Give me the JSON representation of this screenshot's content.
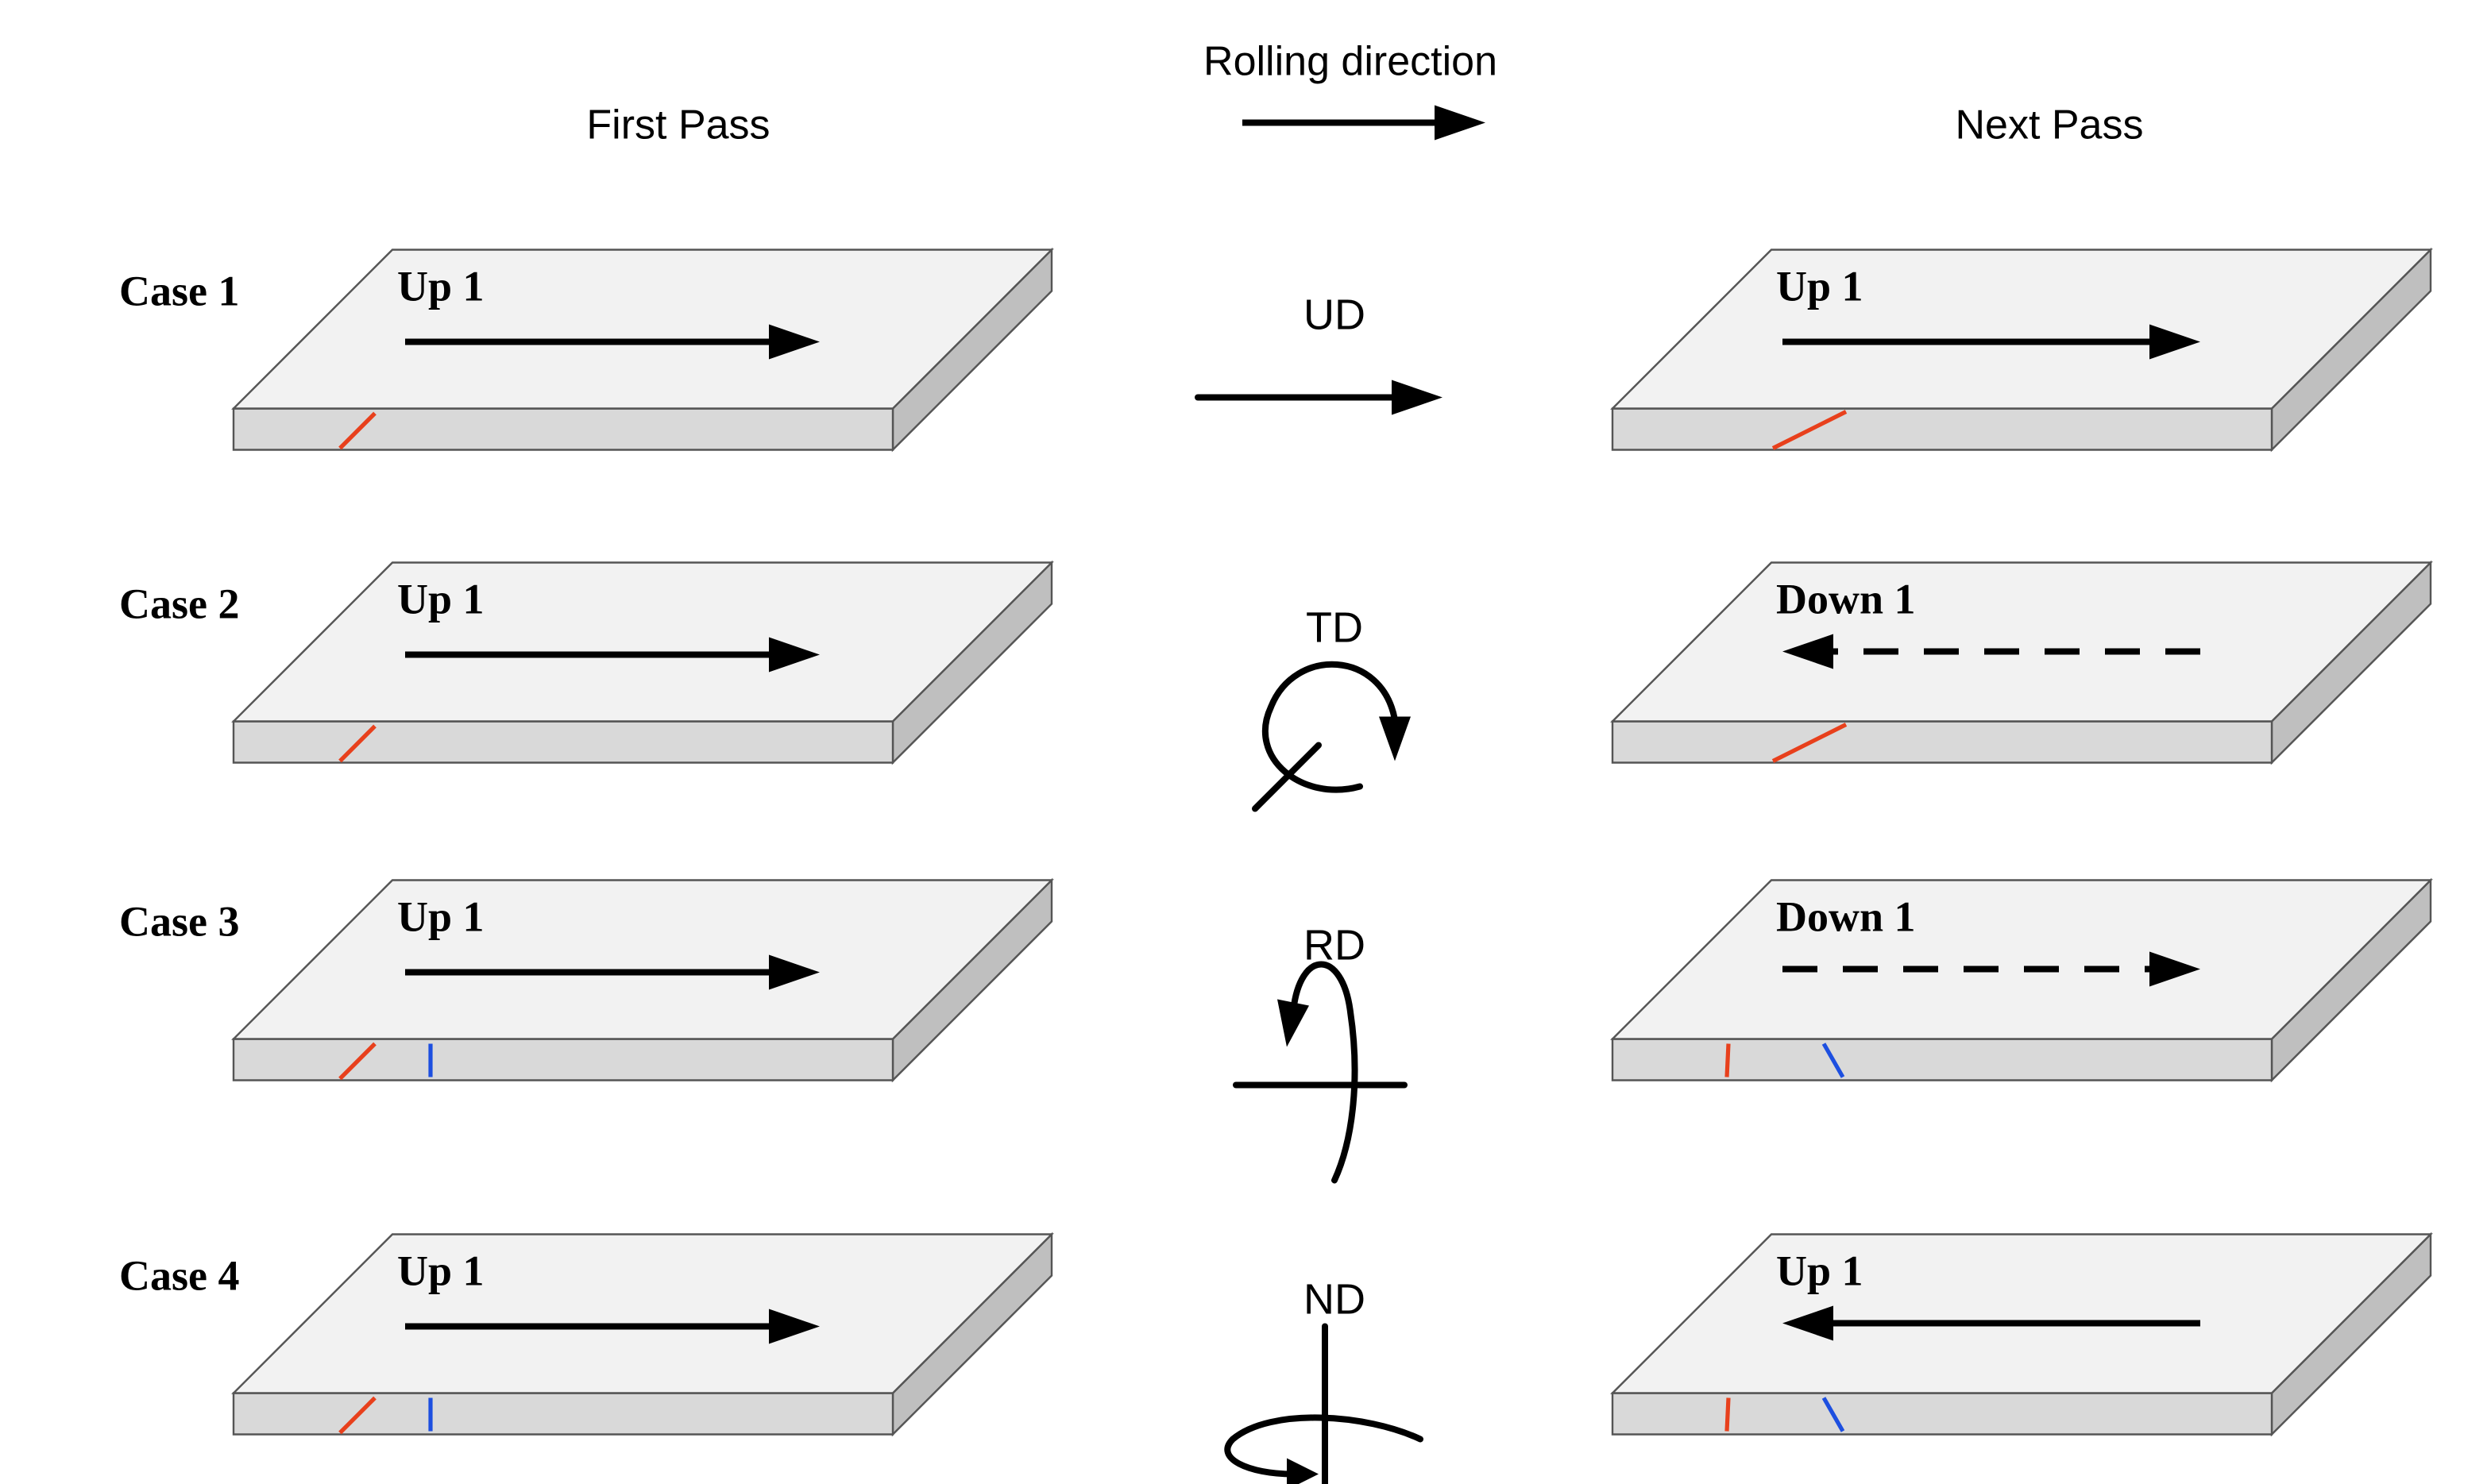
{
  "header": {
    "first_pass": "First Pass",
    "rolling_direction": "Rolling direction",
    "next_pass": "Next Pass"
  },
  "colors": {
    "plate_top": "#f2f2f2",
    "plate_side": "#d9d9d9",
    "plate_edge": "#555555",
    "red_mark": "#e8401c",
    "blue_mark": "#1d4fe0",
    "ink": "#000000"
  },
  "cases": [
    {
      "label": "Case 1",
      "first_pass": {
        "text": "Up 1",
        "arrow": "right",
        "arrow_style": "solid",
        "marks": [
          "red-slant"
        ]
      },
      "transform": {
        "label": "UD",
        "icon": "straight-arrow-right-icon"
      },
      "next_pass": {
        "text": "Up 1",
        "arrow": "right",
        "arrow_style": "solid",
        "marks": [
          "red-slant-long"
        ]
      }
    },
    {
      "label": "Case 2",
      "first_pass": {
        "text": "Up 1",
        "arrow": "right",
        "arrow_style": "solid",
        "marks": [
          "red-slant"
        ]
      },
      "transform": {
        "label": "TD",
        "icon": "td-rotation-icon"
      },
      "next_pass": {
        "text": "Down 1",
        "arrow": "left",
        "arrow_style": "dashed",
        "marks": [
          "red-slant-long"
        ]
      }
    },
    {
      "label": "Case 3",
      "first_pass": {
        "text": "Up 1",
        "arrow": "right",
        "arrow_style": "solid",
        "marks": [
          "red-slant",
          "blue-vertical"
        ]
      },
      "transform": {
        "label": "RD",
        "icon": "rd-rotation-icon"
      },
      "next_pass": {
        "text": "Down 1",
        "arrow": "right",
        "arrow_style": "dashed",
        "marks": [
          "red-vertical",
          "blue-backslant"
        ]
      }
    },
    {
      "label": "Case 4",
      "first_pass": {
        "text": "Up 1",
        "arrow": "right",
        "arrow_style": "solid",
        "marks": [
          "red-slant",
          "blue-vertical"
        ]
      },
      "transform": {
        "label": "ND",
        "icon": "nd-rotation-icon"
      },
      "next_pass": {
        "text": "Up 1",
        "arrow": "left",
        "arrow_style": "solid",
        "marks": [
          "red-vertical",
          "blue-backslant"
        ]
      }
    }
  ]
}
